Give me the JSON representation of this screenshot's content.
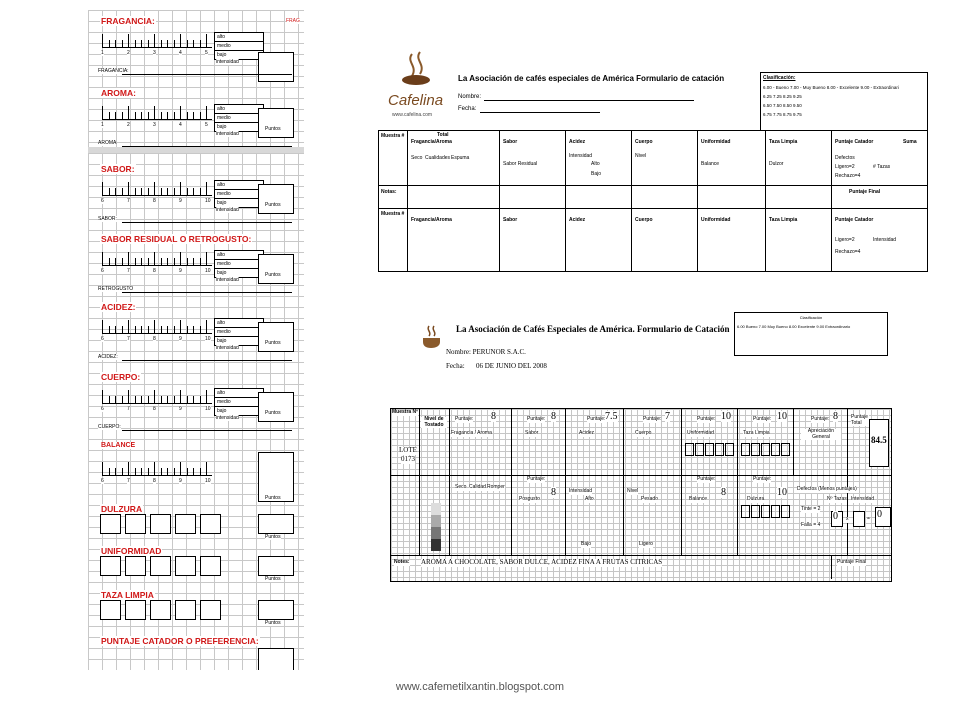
{
  "sheet": {
    "sections": [
      {
        "title": "FRAGANCIA:",
        "line_label": "FRAGANCIA:",
        "nums": [
          "1",
          "2",
          "3",
          "4",
          "5"
        ]
      },
      {
        "title": "AROMA:",
        "line_label": "AROMA",
        "nums": [
          "1",
          "2",
          "3",
          "4",
          "5"
        ]
      },
      {
        "title": "SABOR:",
        "line_label": "SABOR:",
        "nums": [
          "6",
          "7",
          "8",
          "9",
          "10"
        ]
      },
      {
        "title": "SABOR RESIDUAL O RETROGUSTO:",
        "line_label": "RETROGUSTO",
        "nums": [
          "6",
          "7",
          "8",
          "9",
          "10"
        ]
      },
      {
        "title": "ACIDEZ:",
        "line_label": "ACIDEZ:",
        "nums": [
          "6",
          "7",
          "8",
          "9",
          "10"
        ]
      },
      {
        "title": "CUERPO:",
        "line_label": "CUERPO:",
        "nums": [
          "6",
          "7",
          "8",
          "9",
          "10"
        ]
      }
    ],
    "fraga_corner": "FRAG",
    "intensity": {
      "high": "alto",
      "mid": "medio",
      "low": "bajo",
      "label": "intensidad"
    },
    "points_label": "Puntos",
    "balance": {
      "title": "BALANCE",
      "nums": [
        "6",
        "7",
        "8",
        "9",
        "10"
      ]
    },
    "dulzura": "DULZURA",
    "uniformidad": "UNIFORMIDAD",
    "taza_limpia": "TAZA LIMPIA",
    "preferencia": "PUNTAJE CATADOR O PREFERENCIA:"
  },
  "form1": {
    "brand": "Cafelina",
    "site": "www.cafelina.com",
    "title": "La Asociación de cafés especiales de América  Formulario de catación",
    "name_label": "Nombre:",
    "date_label": "Fecha:",
    "class_title": "Clasificación:",
    "class_rows": [
      "6.00 - Bueno     7.00 - Muy Bueno     8.00 - Excelente     9.00 - Extraordinari",
      "6.25                7.25                      8.25                       9.25",
      "6.50                7.50                      8.50                       9.50",
      "6.75                7.75                      8.75                       9.75"
    ],
    "headers": [
      "Muestra #",
      "Fragancia/Aroma",
      "Sabor",
      "Acidez",
      "Cuerpo",
      "Uniformidad",
      "Taza Limpia",
      "Puntaje Catador",
      "Suma"
    ],
    "headers2": [
      "Sabor Residual",
      "Balance",
      "Dulzor",
      "Defectos",
      "Ligero=2",
      "Rechazo=4",
      "# Tazas",
      "Intensidad"
    ],
    "total": "Total",
    "notas": "Notas:",
    "final": "Puntaje Final",
    "sub": [
      "Seco",
      "Cualidades",
      "Espuma",
      "Intensidad",
      "Alto",
      "Bajo",
      "Nivel"
    ]
  },
  "form2": {
    "title": "La Asociación de Cafés Especiales de América. Formulario de Catación",
    "name": "Nombre: PERUNOR S.A.C.",
    "fecha_label": "Fecha:",
    "fecha": "06 DE JUNIO DEL 2008",
    "class_title": "Clasificación",
    "class_row": "6.00  Bueno    7.00   Muy Bueno    8.00   Excelente    9.00   Extraordinario",
    "muestra": "Muestra Nº",
    "nivel": "Nivel de Tostado",
    "lote": "LOTE",
    "lote_num": "0173",
    "puntaje": "Puntaje:",
    "categories": [
      {
        "label": "Fragancia / Aroma",
        "value": "8"
      },
      {
        "label": "Sabor",
        "value": "8"
      },
      {
        "label": "Acidez",
        "value": "7.5"
      },
      {
        "label": "Cuerpo",
        "value": "7"
      },
      {
        "label": "Uniformidad",
        "value": "10"
      },
      {
        "label": "Taza Limpia",
        "value": "10"
      },
      {
        "label": "Apreciación General",
        "value": "8"
      }
    ],
    "total_label": "Puntaje Total",
    "total_value": "84.5",
    "row2": [
      {
        "label": "Posgusto",
        "value": "8"
      },
      {
        "label": "Balance",
        "value": "8"
      },
      {
        "label": "Dulzura",
        "value": "10"
      }
    ],
    "seco": "Seco",
    "calidad": "Calidad",
    "romper": "Romper",
    "intensidad": "Intensidad",
    "alto": "Alto",
    "bajo": "Bajo",
    "nivel2": "Nivel",
    "pesado": "Pesado",
    "ligero": "Ligero",
    "defectos": "Defectos (Menos puntajes)",
    "tinte": "Tinte = 2",
    "falla": "Falla = 4",
    "ntazas": "Nº Tazas",
    "intensidad2": "Intensidad",
    "def_values": [
      "0",
      "0"
    ],
    "x": "x",
    "eq": "=",
    "notes_label": "Notes:",
    "notes": "AROMA A CHOCOLATE, SABOR DULCE, ACIDEZ FINA A FRUTAS CITRICAS",
    "final": "Puntaje Final"
  },
  "footer": "www.cafemetilxantin.blogspot.com"
}
